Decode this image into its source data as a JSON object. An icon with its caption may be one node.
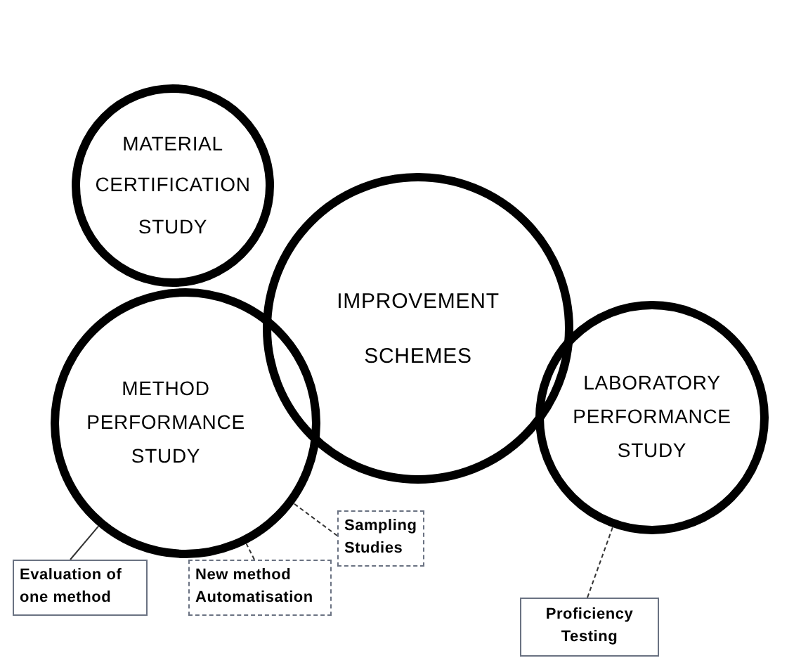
{
  "diagram": {
    "nodes": [
      {
        "text": [
          "MATERIAL CERTIFICATION STUDY"
        ]
      },
      {
        "text": [
          "IMPROVEMENT SCHEMES"
        ]
      },
      {
        "text": [
          "METHOD PERFORMANCE STUDY"
        ]
      },
      {
        "text": [
          "LABORATORY PERFORMANCE STUDY"
        ]
      },
      {
        "text": [
          "Evaluation of one method"
        ]
      },
      {
        "text": [
          "New method Automatisation"
        ]
      },
      {
        "text": [
          "Sampling Studies"
        ]
      },
      {
        "text": [
          "Proficiency Testing"
        ]
      }
    ],
    "edges": [
      {
        "from": 4,
        "to": 2,
        "arrow": "none"
      },
      {
        "from": 5,
        "to": 2,
        "arrow": "none",
        "style": "dashed"
      },
      {
        "from": 6,
        "to": 2,
        "arrow": "none",
        "style": "dashed"
      },
      {
        "from": 7,
        "to": 3,
        "arrow": "none",
        "style": "dashed"
      }
    ]
  }
}
